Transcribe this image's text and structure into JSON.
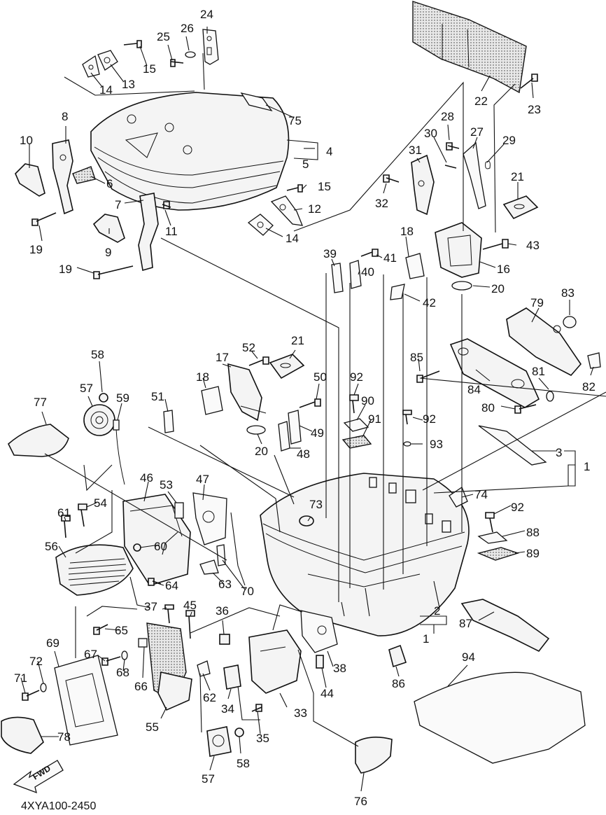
{
  "diagram": {
    "code": "4XYA100-2450",
    "direction_label": "FWD"
  },
  "callouts": [
    "1",
    "2",
    "3",
    "4",
    "5",
    "6",
    "7",
    "8",
    "9",
    "10",
    "11",
    "12",
    "13",
    "14",
    "15",
    "16",
    "17",
    "18",
    "19",
    "20",
    "21",
    "22",
    "23",
    "24",
    "25",
    "26",
    "27",
    "28",
    "29",
    "30",
    "31",
    "32",
    "33",
    "34",
    "35",
    "36",
    "37",
    "38",
    "39",
    "40",
    "41",
    "42",
    "43",
    "44",
    "45",
    "46",
    "47",
    "48",
    "49",
    "50",
    "51",
    "52",
    "53",
    "54",
    "55",
    "56",
    "57",
    "58",
    "59",
    "60",
    "61",
    "62",
    "63",
    "64",
    "65",
    "66",
    "67",
    "68",
    "69",
    "70",
    "71",
    "72",
    "73",
    "74",
    "75",
    "76",
    "77",
    "78",
    "79",
    "80",
    "81",
    "82",
    "83",
    "84",
    "85",
    "86",
    "87",
    "88",
    "89",
    "90",
    "91",
    "92",
    "93",
    "94"
  ]
}
